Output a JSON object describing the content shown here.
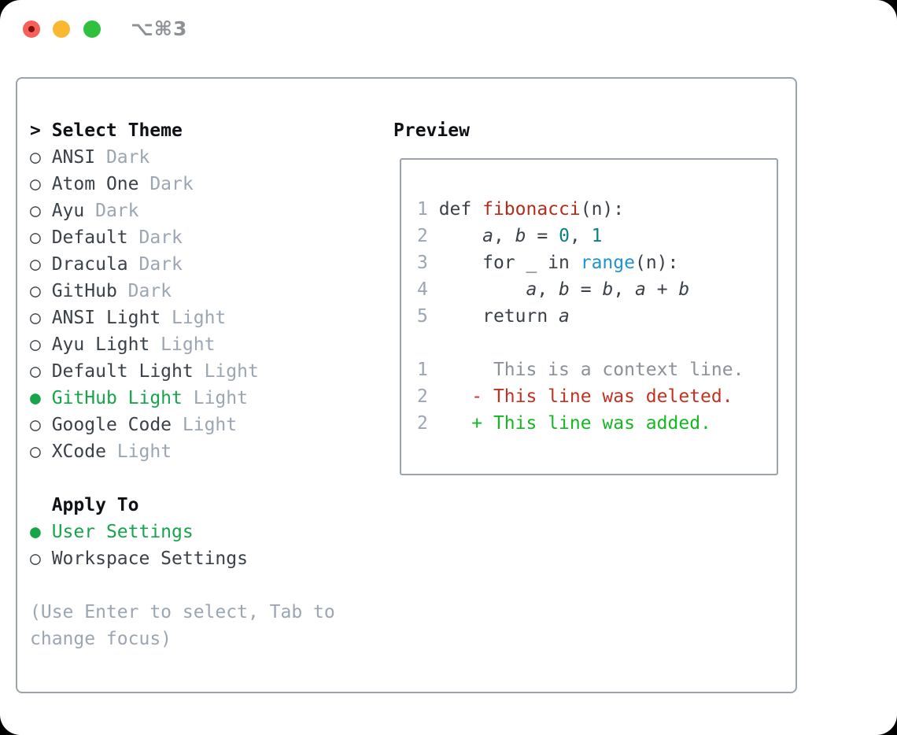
{
  "titlebar": {
    "title": "⌥⌘3"
  },
  "theme_panel": {
    "header": "Select Theme",
    "cursor": ">",
    "radio_selected": "●",
    "radio_unselected": "○",
    "themes": [
      {
        "name": "ANSI",
        "tag": "Dark",
        "selected": false
      },
      {
        "name": "Atom One",
        "tag": "Dark",
        "selected": false
      },
      {
        "name": "Ayu",
        "tag": "Dark",
        "selected": false
      },
      {
        "name": "Default",
        "tag": "Dark",
        "selected": false
      },
      {
        "name": "Dracula",
        "tag": "Dark",
        "selected": false
      },
      {
        "name": "GitHub",
        "tag": "Dark",
        "selected": false
      },
      {
        "name": "ANSI Light",
        "tag": "Light",
        "selected": false
      },
      {
        "name": "Ayu Light",
        "tag": "Light",
        "selected": false
      },
      {
        "name": "Default Light",
        "tag": "Light",
        "selected": false
      },
      {
        "name": "GitHub Light",
        "tag": "Light",
        "selected": true
      },
      {
        "name": "Google Code",
        "tag": "Light",
        "selected": false
      },
      {
        "name": "XCode",
        "tag": "Light",
        "selected": false
      }
    ],
    "apply_to": {
      "header": "Apply To",
      "options": [
        {
          "name": "User Settings",
          "selected": true
        },
        {
          "name": "Workspace Settings",
          "selected": false
        }
      ]
    },
    "hint": "(Use Enter to select, Tab to change focus)"
  },
  "preview": {
    "header": "Preview",
    "lines": [
      {
        "num": "1",
        "type": "code",
        "segs": [
          [
            "def ",
            "k"
          ],
          [
            "fibonacci",
            "fn"
          ],
          [
            "(n):",
            "p"
          ]
        ]
      },
      {
        "num": "2",
        "type": "code",
        "segs": [
          [
            "    ",
            "p"
          ],
          [
            "a",
            "v"
          ],
          [
            ", ",
            "p"
          ],
          [
            "b",
            "v"
          ],
          [
            " = ",
            "p"
          ],
          [
            "0",
            "num"
          ],
          [
            ", ",
            "p"
          ],
          [
            "1",
            "num"
          ]
        ]
      },
      {
        "num": "3",
        "type": "code",
        "segs": [
          [
            "    for _ in ",
            "p"
          ],
          [
            "range",
            "bi"
          ],
          [
            "(n):",
            "p"
          ]
        ]
      },
      {
        "num": "4",
        "type": "code",
        "segs": [
          [
            "        ",
            "p"
          ],
          [
            "a",
            "v"
          ],
          [
            ", ",
            "p"
          ],
          [
            "b",
            "v"
          ],
          [
            " = ",
            "p"
          ],
          [
            "b",
            "v"
          ],
          [
            ", ",
            "p"
          ],
          [
            "a",
            "v"
          ],
          [
            " + ",
            "p"
          ],
          [
            "b",
            "v"
          ]
        ]
      },
      {
        "num": "5",
        "type": "code",
        "segs": [
          [
            "    return ",
            "p"
          ],
          [
            "a",
            "v"
          ]
        ]
      },
      {
        "num": "",
        "type": "blank",
        "segs": []
      },
      {
        "num": "1",
        "type": "context",
        "segs": [
          [
            "     This is a context line.",
            "ctx"
          ]
        ]
      },
      {
        "num": "2",
        "type": "deleted",
        "segs": [
          [
            "   - This line was deleted.",
            "del"
          ]
        ]
      },
      {
        "num": "2",
        "type": "added",
        "segs": [
          [
            "   + This line was added.",
            "add"
          ]
        ]
      }
    ]
  },
  "colors": {
    "window_bg": "#ffffff",
    "border_gray": "#9aa3ae",
    "text_black": "#0e1116",
    "text_dark": "#3a4149",
    "muted_gray": "#9ba6b3",
    "accent_green": "#17a44b",
    "diff_red": "#c23220",
    "diff_add_green": "#14b822",
    "diff_context_gray": "#8b9198",
    "syntax_function_red": "#b32d1e",
    "syntax_number_teal": "#0c7f87",
    "syntax_builtin_blue": "#1f93d4",
    "title_gray": "#8d9095",
    "traffic_red": "#f5615a",
    "traffic_red_dot": "#7e100a",
    "traffic_yellow": "#f9b82f",
    "traffic_green": "#2fc13e"
  }
}
